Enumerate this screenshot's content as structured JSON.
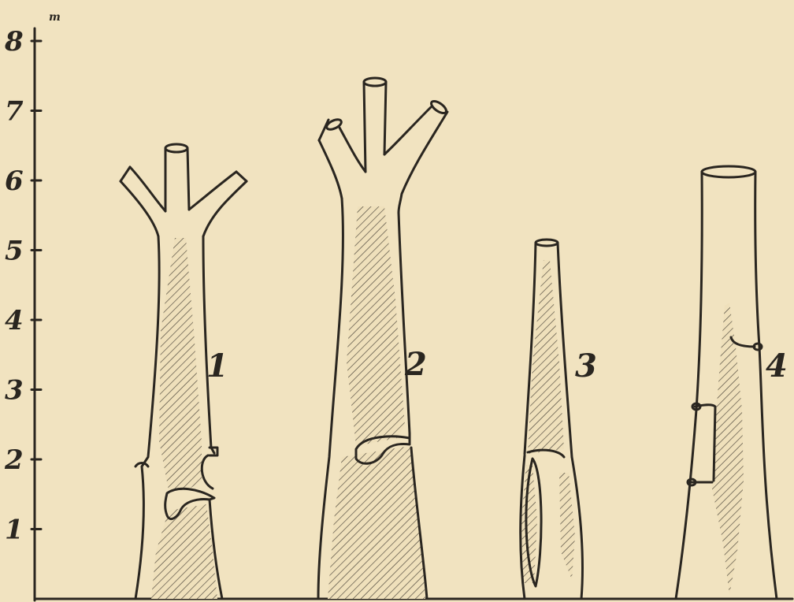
{
  "axis": {
    "unit": "m",
    "ticks": [
      "1",
      "2",
      "3",
      "4",
      "5",
      "6",
      "7",
      "8"
    ]
  },
  "trees": [
    {
      "label": "1"
    },
    {
      "label": "2"
    },
    {
      "label": "3"
    },
    {
      "label": "4"
    }
  ],
  "colors": {
    "paper": "#f1e3c0",
    "ink": "#2a2620"
  }
}
